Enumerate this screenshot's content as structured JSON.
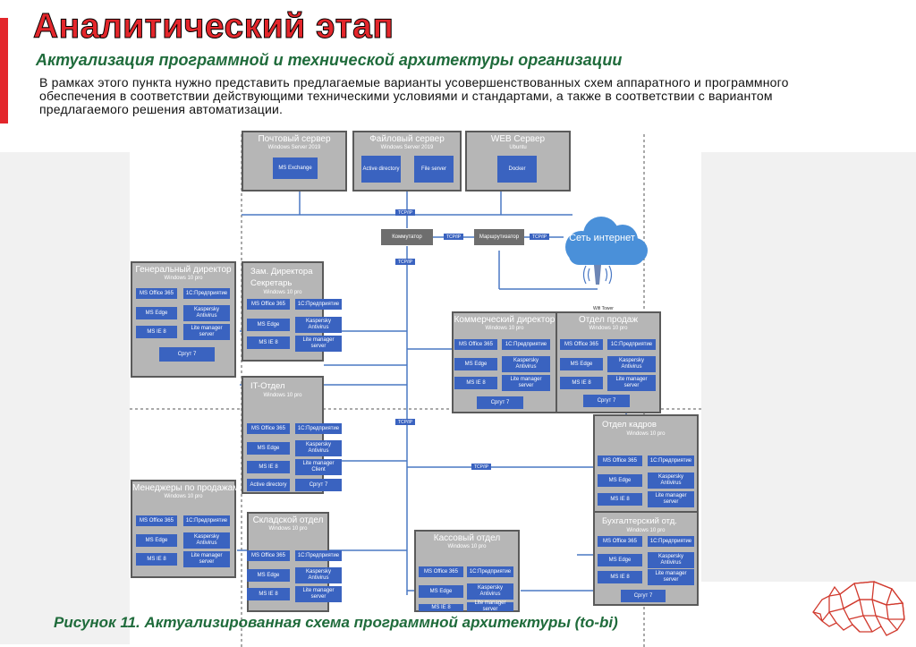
{
  "header": {
    "title": "Аналитический этап",
    "subtitle": "Актуализация программной и технической архитектуры организации",
    "description": "В рамках этого пункта нужно представить предлагаемые варианты усовершенствованных схем аппаратного и программного обеспечения в соответствии действующими техническими условиями и стандартами, а также в соответствии с вариантом предлагаемого решения автоматизации."
  },
  "servers": {
    "mail": {
      "title": "Почтовый сервер",
      "os": "Windows Server 2019",
      "app": "MS Exchange"
    },
    "file": {
      "title": "Файловый сервер",
      "os": "Windows Server 2019",
      "app1": "Active directory",
      "app2": "File server"
    },
    "web": {
      "title": "WEB Сервер",
      "os": "Ubuntu",
      "app": "Docker"
    }
  },
  "network": {
    "switch": "Коммутатор",
    "router": "Маршрутизатор",
    "internet": "Сеть интернет",
    "wifi": "Wifi Tower",
    "protocol": "TCP/IP"
  },
  "apps": {
    "office": "MS Office 365",
    "onec": "1С:Предприятие",
    "edge": "MS Edge",
    "kaspersky": "Kaspersky Antivirus",
    "ie": "MS IE 8",
    "lite_server": "Lite manager server",
    "lite_client": "Lite manager Client",
    "srgut": "Сргут 7",
    "active_directory": "Active directory",
    "os": "Windows 10 pro"
  },
  "departments": {
    "gendir": "Генеральный директор",
    "deputy": [
      "Зам. Директора",
      "Секретарь"
    ],
    "it": [
      "IT-Отдел"
    ],
    "commerce": "Коммерческий директор",
    "sales": "Отдел продаж",
    "hr": [
      "Отдел кадров"
    ],
    "sales_managers": "Менеджеры по продажам",
    "warehouse": "Складской отдел",
    "cashier": "Кассовый отдел",
    "accounting": [
      "Бухгалтерский отд."
    ]
  },
  "caption": "Рисунок 11. Актуализированная схема программной архитектуры (to-bi)",
  "colors": {
    "accent_red": "#e3262b",
    "caption_green": "#1f6b3b",
    "app_blue": "#3a63c0",
    "box_gray": "#b6b6b6"
  }
}
